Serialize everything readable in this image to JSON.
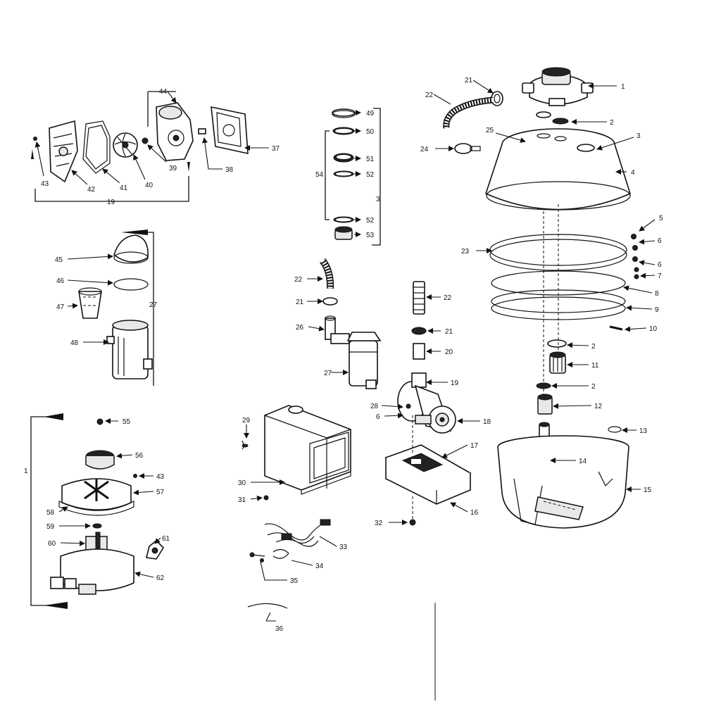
{
  "labels": {
    "l1": "1",
    "l2a": "2",
    "l2b": "2",
    "l2c": "2",
    "l3": "3",
    "l4": "4",
    "l5": "5",
    "l6a": "6",
    "l6b": "6",
    "l6c": "6",
    "l7": "7",
    "l8": "8",
    "l9": "9",
    "l10": "10",
    "l11": "11",
    "l12": "12",
    "l13": "13",
    "l14": "14",
    "l15": "15",
    "l16": "16",
    "l17": "17",
    "l18": "18",
    "l19a": "19",
    "l19b": "19",
    "l20": "20",
    "l21a": "21",
    "l21b": "21",
    "l21c": "21",
    "l22a": "22",
    "l22b": "22",
    "l22c": "22",
    "l23": "23",
    "l24": "24",
    "l25": "25",
    "l26": "26",
    "l27a": "27",
    "l27b": "27",
    "l28": "28",
    "l29": "29",
    "l30": "30",
    "l31": "31",
    "l32": "32",
    "l33": "33",
    "l34": "34",
    "l35": "35",
    "l36": "36",
    "l37": "37",
    "l38": "38",
    "l39": "39",
    "l40": "40",
    "l41": "41",
    "l42": "42",
    "l43a": "43",
    "l43b": "43",
    "l44": "44",
    "l45": "45",
    "l46": "46",
    "l47": "47",
    "l48": "48",
    "l49": "49",
    "l50": "50",
    "l51": "51",
    "l52a": "52",
    "l52b": "52",
    "l53": "53",
    "l54": "54",
    "l3b": "3",
    "l55": "55",
    "l56": "56",
    "l57": "57",
    "l58": "58",
    "l59": "59",
    "l60": "60",
    "l61": "61",
    "l62": "62",
    "l1b": "1"
  }
}
